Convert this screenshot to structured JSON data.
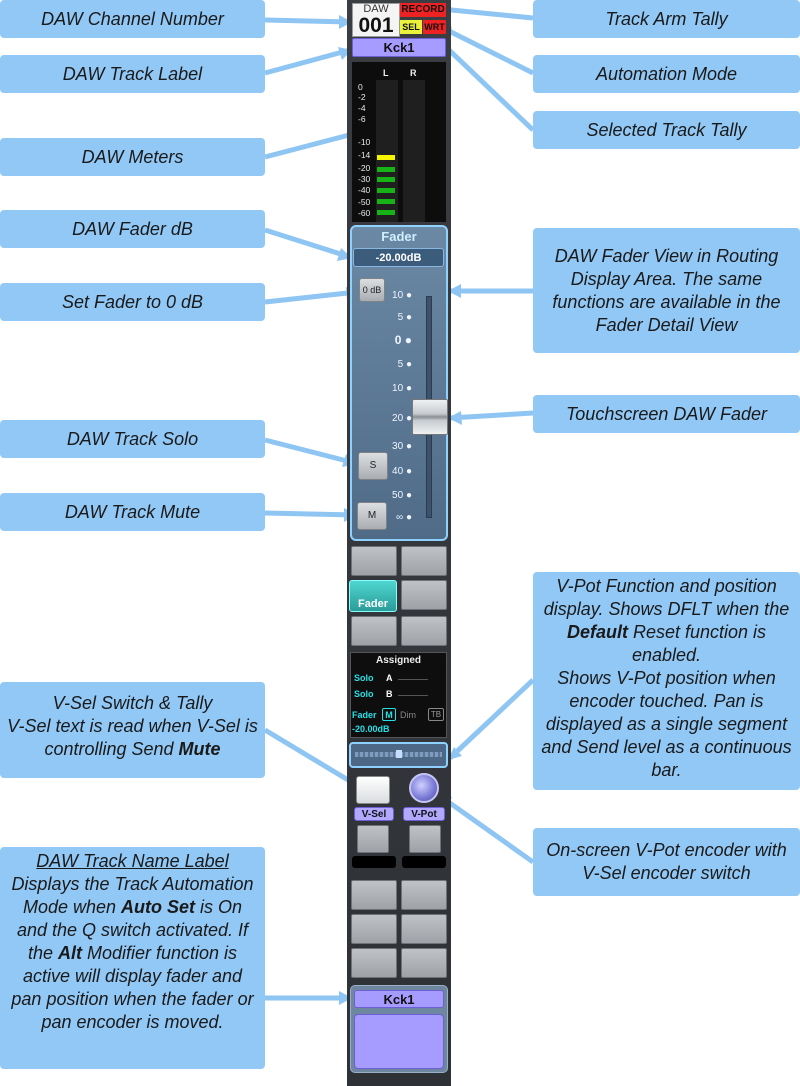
{
  "callouts": {
    "channel_number": "DAW Channel Number",
    "track_label": "DAW Track Label",
    "meters": "DAW Meters",
    "fader_db": "DAW Fader dB",
    "set_fader_0db": "Set Fader to 0 dB",
    "track_solo": "DAW Track Solo",
    "track_mute": "DAW Track Mute",
    "vsel_title": "V-Sel Switch & Tally",
    "vsel_body_prefix": "V-Sel text is read when V-Sel is controlling Send ",
    "vsel_body_bold": "Mute",
    "name_label_title": "DAW Track Name Label",
    "name_label_1": "Displays the Track Automation Mode when ",
    "name_label_2": "Auto Set",
    "name_label_3": " is On and the Q switch activated. If the ",
    "name_label_4": "Alt",
    "name_label_5": " Modifier function is active will display fader and pan position when the fader or pan encoder is moved.",
    "track_arm": "Track Arm Tally",
    "automation_mode": "Automation Mode",
    "selected_track": "Selected Track Tally",
    "fader_view": "DAW Fader View in Routing Display Area. The same functions are available in the Fader Detail View",
    "touch_fader": "Touchscreen DAW Fader",
    "vpot_1": "V-Pot Function and position display. Shows DFLT when the ",
    "vpot_2": "Default",
    "vpot_3": " Reset function is enabled.",
    "vpot_4": "Shows V-Pot position when encoder touched. Pan is displayed as a single segment and Send level as a continuous bar.",
    "encoder": "On-screen V-Pot encoder with V-Sel encoder switch"
  },
  "strip": {
    "daw_label": "DAW",
    "channel": "001",
    "record_label": "RECORD",
    "sel_label": "SEL",
    "wrt_label": "WRT",
    "track_name": "Kck1",
    "meter_left": "L",
    "meter_right": "R",
    "meter_scale": [
      "0",
      "-2",
      "-4",
      "-6",
      "-10",
      "-14",
      "-20",
      "-30",
      "-40",
      "-50",
      "-60"
    ],
    "fader_title": "Fader",
    "fader_db": "-20.00dB",
    "zero_db_button": "0 dB",
    "fader_scale": [
      "10",
      "5",
      "0",
      "5",
      "10",
      "20",
      "30",
      "40",
      "50",
      "∞"
    ],
    "fader_level_db": -20,
    "solo_button": "S",
    "mute_button": "M",
    "fader_mode_button": "Fader",
    "assigned_title": "Assigned",
    "assigned_rows": [
      {
        "label": "Solo",
        "bus": "A"
      },
      {
        "label": "Solo",
        "bus": "B"
      }
    ],
    "assigned_fader": "Fader",
    "assigned_m": "M",
    "assigned_dim": "Dim",
    "assigned_tb": "TB",
    "assigned_db": "-20.00dB",
    "vsel_label": "V-Sel",
    "vpot_label": "V-Pot",
    "bottom_track_name": "Kck1"
  },
  "colors": {
    "callout": "#92c8f6",
    "arrow": "#8ec5f3",
    "strip_bg": "#33363a",
    "meter_yellow": "#f5f500",
    "meter_green": "#16b216",
    "cyan_text": "#27e0e7",
    "purple_label": "#a69bff"
  }
}
